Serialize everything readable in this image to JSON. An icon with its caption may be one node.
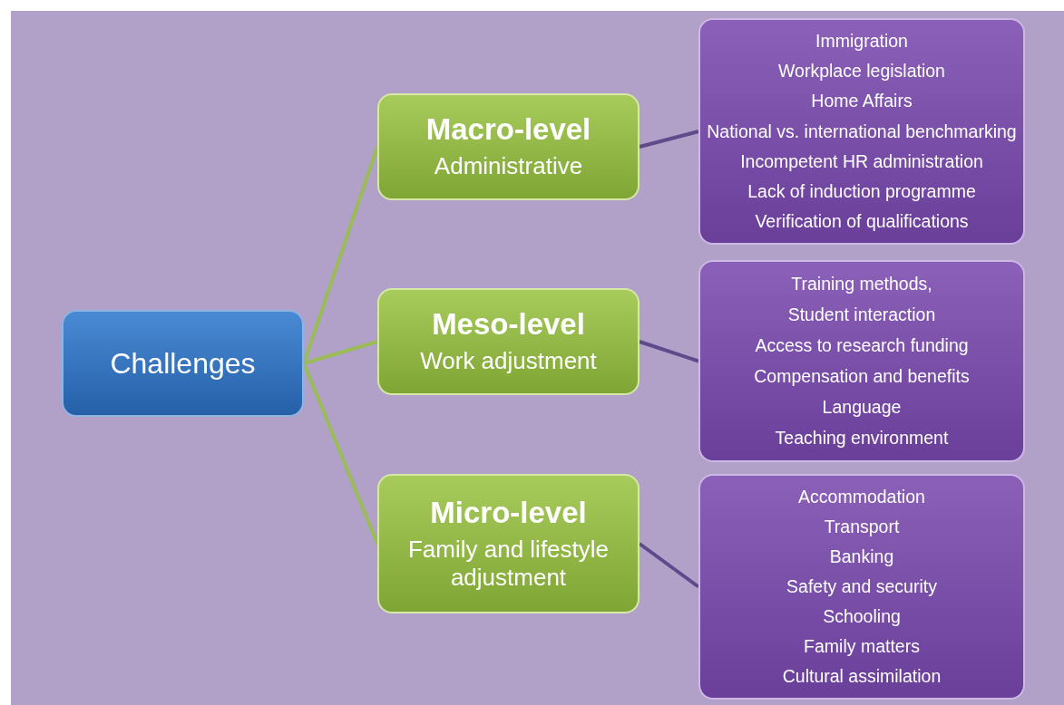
{
  "diagram": {
    "nodes": [
      {
        "text": [
          "Challenges"
        ]
      },
      {
        "text": [
          "Macro-level",
          "Administrative"
        ]
      },
      {
        "text": [
          "Immigration",
          "Workplace legislation",
          "Home Affairs",
          "National vs. international benchmarking",
          "Incompetent HR administration",
          "Lack of induction programme",
          "Verification of qualifications"
        ]
      },
      {
        "text": [
          "Meso-level",
          "Work adjustment"
        ]
      },
      {
        "text": [
          "Training methods,",
          "Student interaction",
          "Access to research funding",
          "Compensation and benefits",
          "Language",
          "Teaching environment"
        ]
      },
      {
        "text": [
          "Micro-level",
          "Family and lifestyle adjustment"
        ]
      },
      {
        "text": [
          "Accommodation",
          "Transport",
          "Banking",
          "Safety and security",
          "Schooling",
          "Family matters",
          "Cultural assimilation"
        ]
      }
    ],
    "edges": [
      {
        "from": 0,
        "to": 1,
        "arrow": "none",
        "color": "#9bbb59"
      },
      {
        "from": 0,
        "to": 3,
        "arrow": "none",
        "color": "#9bbb59"
      },
      {
        "from": 0,
        "to": 5,
        "arrow": "none",
        "color": "#9bbb59"
      },
      {
        "from": 1,
        "to": 2,
        "arrow": "none",
        "color": "#5f4a8b"
      },
      {
        "from": 3,
        "to": 4,
        "arrow": "none",
        "color": "#5f4a8b"
      },
      {
        "from": 5,
        "to": 6,
        "arrow": "none",
        "color": "#5f4a8b"
      }
    ]
  }
}
